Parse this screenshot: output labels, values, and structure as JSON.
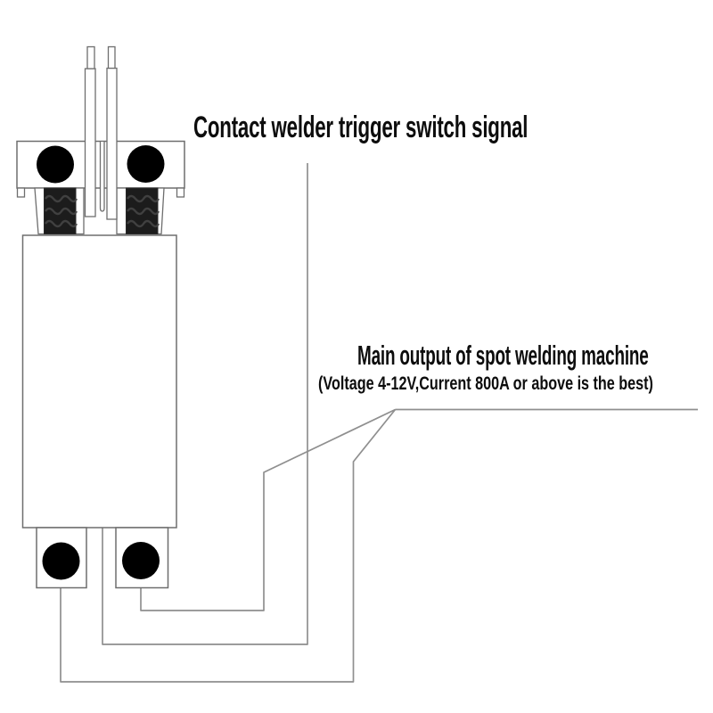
{
  "colors": {
    "bg": "#ffffff",
    "wire": "#8f8f8f",
    "outline": "#6e6e6e",
    "coil": "#1c1c1c",
    "text": "#0d0d0d"
  },
  "labels": {
    "trigger": "Contact welder trigger switch signal",
    "output_title": "Main output of spot welding machine",
    "output_subtitle": "(Voltage 4-12V,Current 800A or above is the best)"
  }
}
